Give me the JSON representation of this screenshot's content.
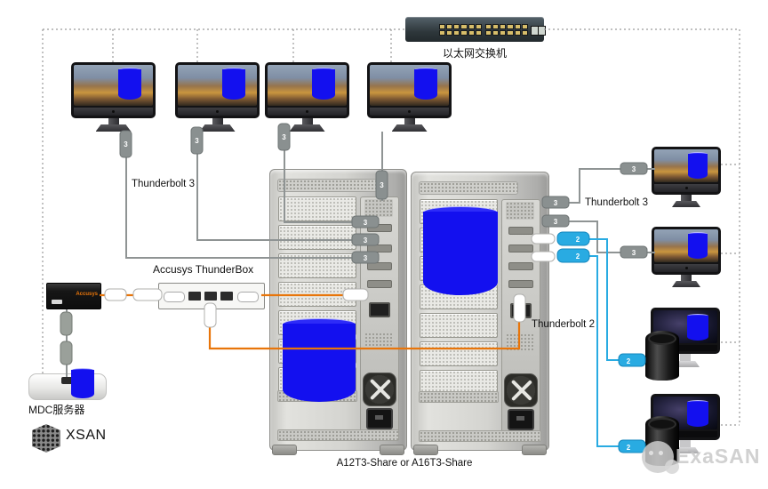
{
  "labels": {
    "ethernet_switch": "以太网交换机",
    "thunderbolt3_left": "Thunderbolt 3",
    "thunderbolt3_right": "Thunderbolt 3",
    "thunderbolt2": "Thunderbolt 2",
    "accusys_thunderbox": "Accusys ThunderBox",
    "mdc_server": "MDC服务器",
    "xsan": "XSAN",
    "tower_caption": "A12T3-Share or A16T3-Share",
    "accusys_brand": "Accusys"
  },
  "connectors": {
    "tb3": "3",
    "tb2": "2"
  },
  "watermark": {
    "text": "ExaSAN"
  },
  "colors": {
    "cable_gray": "#8f9494",
    "cable_blue": "#29abe2",
    "cable_orange": "#e8750a",
    "cylinder_blue": "#1310ef",
    "dotted_line": "#9a9a9a"
  },
  "diagram": {
    "caption": "A12T3-Share or A16T3-Share",
    "nodes": [
      {
        "id": "ethernet-switch",
        "label": "以太网交换机",
        "type": "24-port ethernet switch"
      },
      {
        "id": "imac-top-1",
        "type": "imac-pro-workstation"
      },
      {
        "id": "imac-top-2",
        "type": "imac-pro-workstation"
      },
      {
        "id": "imac-top-3",
        "type": "imac-pro-workstation"
      },
      {
        "id": "imac-top-4",
        "type": "imac-pro-workstation"
      },
      {
        "id": "storage-tower-1",
        "type": "shared-storage-tower",
        "caption": "A12T3-Share or A16T3-Share"
      },
      {
        "id": "storage-tower-2",
        "type": "shared-storage-tower",
        "caption": "A12T3-Share or A16T3-Share"
      },
      {
        "id": "thunderbox",
        "label": "Accusys ThunderBox",
        "type": "thunderbolt-hub"
      },
      {
        "id": "accusys-adapter",
        "label": "Accusys",
        "type": "adapter-box"
      },
      {
        "id": "mdc-server",
        "label": "MDC服务器",
        "type": "mac-mini-server",
        "software": "XSAN"
      },
      {
        "id": "imac-right-1",
        "type": "imac-pro-workstation"
      },
      {
        "id": "imac-right-2",
        "type": "imac-pro-workstation"
      },
      {
        "id": "macpro-right-1",
        "type": "mac-pro-with-display"
      },
      {
        "id": "macpro-right-2",
        "type": "mac-pro-with-display"
      }
    ],
    "connections": [
      {
        "from": "imac-top-1..4",
        "to": "storage-tower-1",
        "cable": "Thunderbolt 3",
        "color": "gray"
      },
      {
        "from": "imac-right-1..2",
        "to": "storage-tower-2",
        "cable": "Thunderbolt 3",
        "color": "gray"
      },
      {
        "from": "macpro-right-1..2",
        "to": "storage-tower-2",
        "cable": "Thunderbolt 2",
        "color": "blue"
      },
      {
        "from": "thunderbox",
        "to": "storage-tower-1",
        "cable": "orange"
      },
      {
        "from": "thunderbox",
        "to": "storage-tower-2",
        "cable": "orange"
      },
      {
        "from": "accusys-adapter",
        "to": "thunderbox",
        "cable": "orange"
      },
      {
        "from": "accusys-adapter",
        "to": "mdc-server",
        "cable": "gray"
      },
      {
        "from": "all-workstations-and-mdc-server",
        "to": "ethernet-switch",
        "cable": "dotted ethernet"
      }
    ]
  }
}
